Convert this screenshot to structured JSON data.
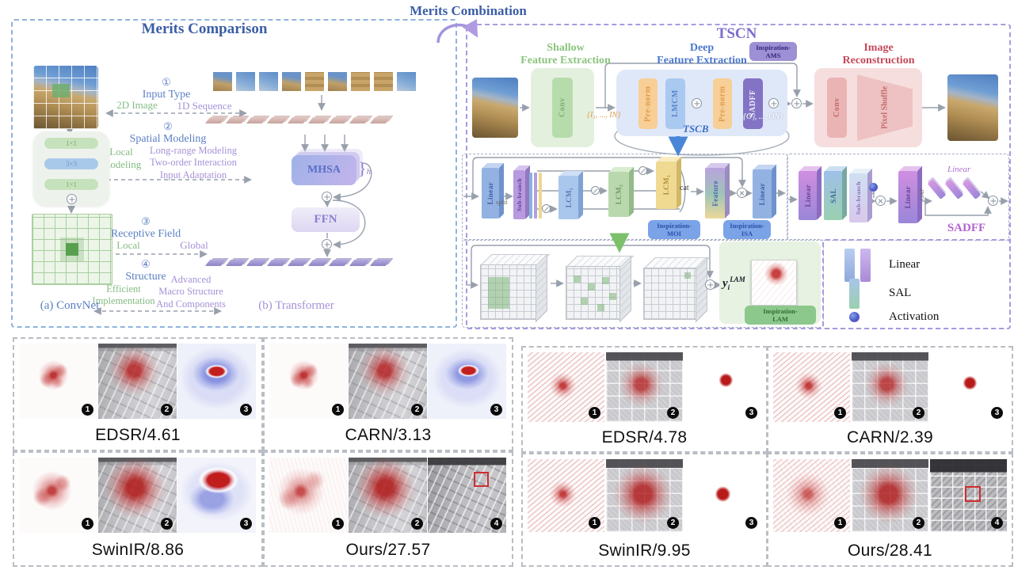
{
  "banner": {
    "title": "Merits Combination"
  },
  "merits": {
    "title": "Merits Comparison",
    "p1": {
      "num": "①",
      "name": "Input Type",
      "left": "2D Image",
      "right": "1D Sequence"
    },
    "p2": {
      "num": "②",
      "name": "Spatial Modeling",
      "left": "Local\nModeling",
      "right": "Long-range Modeling\nTwo-order Interaction\nInput Adaptation"
    },
    "p3": {
      "num": "③",
      "name": "Receptive Field",
      "left": "Local",
      "right": "Global"
    },
    "p4": {
      "num": "④",
      "name": "Structure",
      "left": "Efficient\nImplementation",
      "right": "Advanced\nMacro Structure\nAnd Components"
    },
    "convnet": {
      "caption": "(a) ConvNet",
      "b1": "1×1",
      "b2": "3×3",
      "b3": "1×1"
    },
    "transformer": {
      "caption": "(b) Transformer",
      "mhsa": "MHSA",
      "heads": "h",
      "ffn": "FFN"
    }
  },
  "tscn": {
    "title": "TSCN",
    "shallow": "Shallow\nFeature Extraction",
    "deep": "Deep\nFeature Extraction",
    "recon": "Image\nReconstruction",
    "ams_badge": "Inspiration-\nAMS",
    "conv_s": "Conv",
    "prenorm1": "Pre-norm",
    "lmcm": "LMCM",
    "prenorm2": "Pre-norm",
    "sadff": "SADFF",
    "conv_r": "Conv",
    "pixel_shuffle": "Pixel Shuffle",
    "tokens_in": "{I₁, ..., IN}",
    "tokens_out": "{O₁, ..., ON}",
    "tscb": "TSCB"
  },
  "lmcm_detail": {
    "linear_in": "Linear",
    "split": "split",
    "sub_branch": "Sub-branch",
    "lcm1": "LCM₁",
    "lcm2": "LCM₂",
    "lcm3": "LCM₃",
    "cat": "cat",
    "feature": "Feature",
    "linear_out": "Linear",
    "moi_badge": "Inspiration-\nMOI",
    "isa_badge": "Inspiration-\nISA"
  },
  "sadff_detail": {
    "title": "SADFF",
    "linear1": "Linear",
    "sal": "SAL",
    "sub_branch": "Sub-branch",
    "linear2": "Linear",
    "gap": "GAP",
    "linear3": "Linear"
  },
  "lam_flow": {
    "y_base": "y",
    "y_sub": "i",
    "y_sup": "LAM",
    "lam_badge": "Inspiration-\nLAM"
  },
  "legend": {
    "linear": "Linear",
    "sal": "SAL",
    "activation": "Activation"
  },
  "lam": {
    "groups": [
      {
        "panels": [
          {
            "label": "EDSR/4.61",
            "b1": "1",
            "b2": "2",
            "b3": "3"
          },
          {
            "label": "CARN/3.13",
            "b1": "1",
            "b2": "2",
            "b3": "3"
          },
          {
            "label": "SwinIR/8.86",
            "b1": "1",
            "b2": "2",
            "b3": "3"
          },
          {
            "label": "Ours/27.57",
            "b1": "1",
            "b2": "2",
            "b3": "4"
          }
        ]
      },
      {
        "panels": [
          {
            "label": "EDSR/4.78",
            "b1": "1",
            "b2": "2",
            "b3": "3"
          },
          {
            "label": "CARN/2.39",
            "b1": "1",
            "b2": "2",
            "b3": "3"
          },
          {
            "label": "SwinIR/9.95",
            "b1": "1",
            "b2": "2",
            "b3": "3"
          },
          {
            "label": "Ours/28.41",
            "b1": "1",
            "b2": "2",
            "b3": "4"
          }
        ]
      }
    ]
  },
  "colors": {
    "accent_blue": "#3b5ea6",
    "accent_purple": "#7d6ccc",
    "accent_green": "#84bb84",
    "accent_red": "#c4495a"
  }
}
